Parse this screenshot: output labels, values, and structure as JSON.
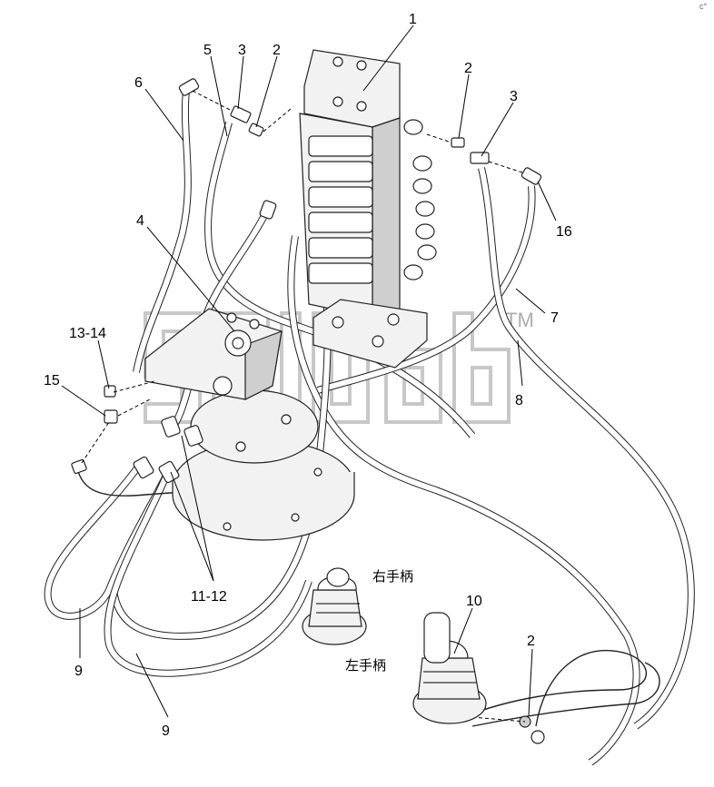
{
  "diagram": {
    "callouts": {
      "c1": "1",
      "c2a": "2",
      "c3a": "3",
      "c5": "5",
      "c6": "6",
      "c2b": "2",
      "c3b": "3",
      "c16": "16",
      "c4": "4",
      "c7": "7",
      "c8": "8",
      "c13_14": "13-14",
      "c15": "15",
      "c11_12": "11-12",
      "c9a": "9",
      "c9b": "9",
      "c10": "10",
      "c2c": "2"
    },
    "labels": {
      "right_handle": "右手柄",
      "left_handle": "左手柄"
    },
    "watermark": {
      "tm": "TM"
    },
    "corner_mark": "c°"
  }
}
